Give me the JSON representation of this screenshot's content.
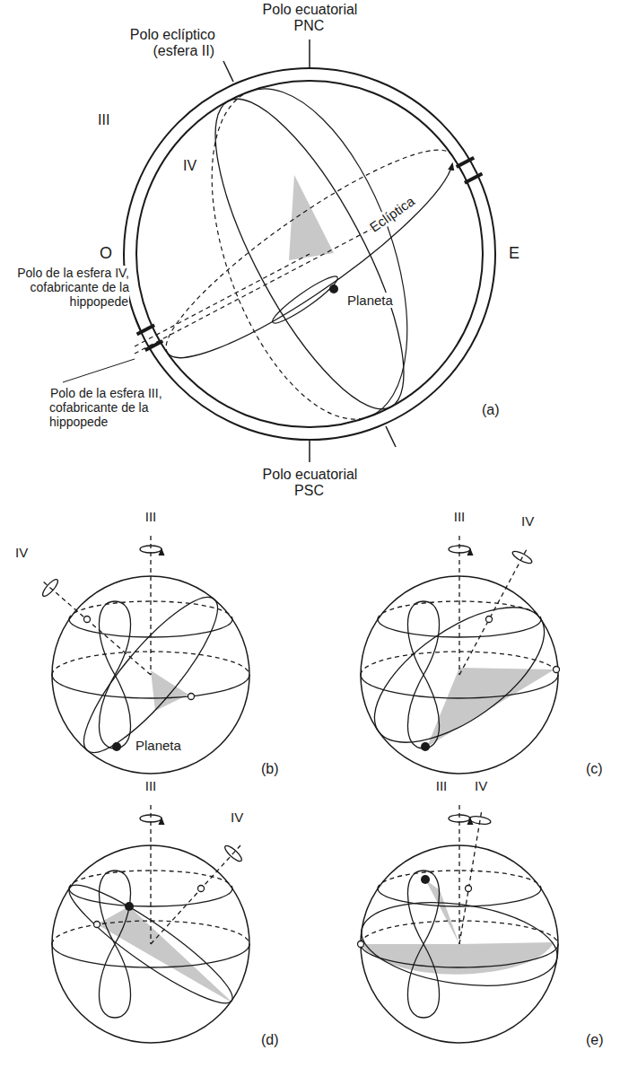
{
  "diagram": {
    "labels": [
      "Polo ecuatorial PNC",
      "Polo eclíptico (esfera II)",
      "III",
      "IV",
      "O",
      "E",
      "Eclíptica",
      "Polo de la esfera IV, cofabricante de la hippopede",
      "Planeta",
      "Polo de la esfera III, cofabricante de la hippopede",
      "(a)",
      "Polo ecuatorial PSC",
      "III",
      "IV",
      "Planeta",
      "(b)",
      "III",
      "IV",
      "(c)",
      "III",
      "IV",
      "(d)",
      "III",
      "IV",
      "(e)"
    ]
  }
}
